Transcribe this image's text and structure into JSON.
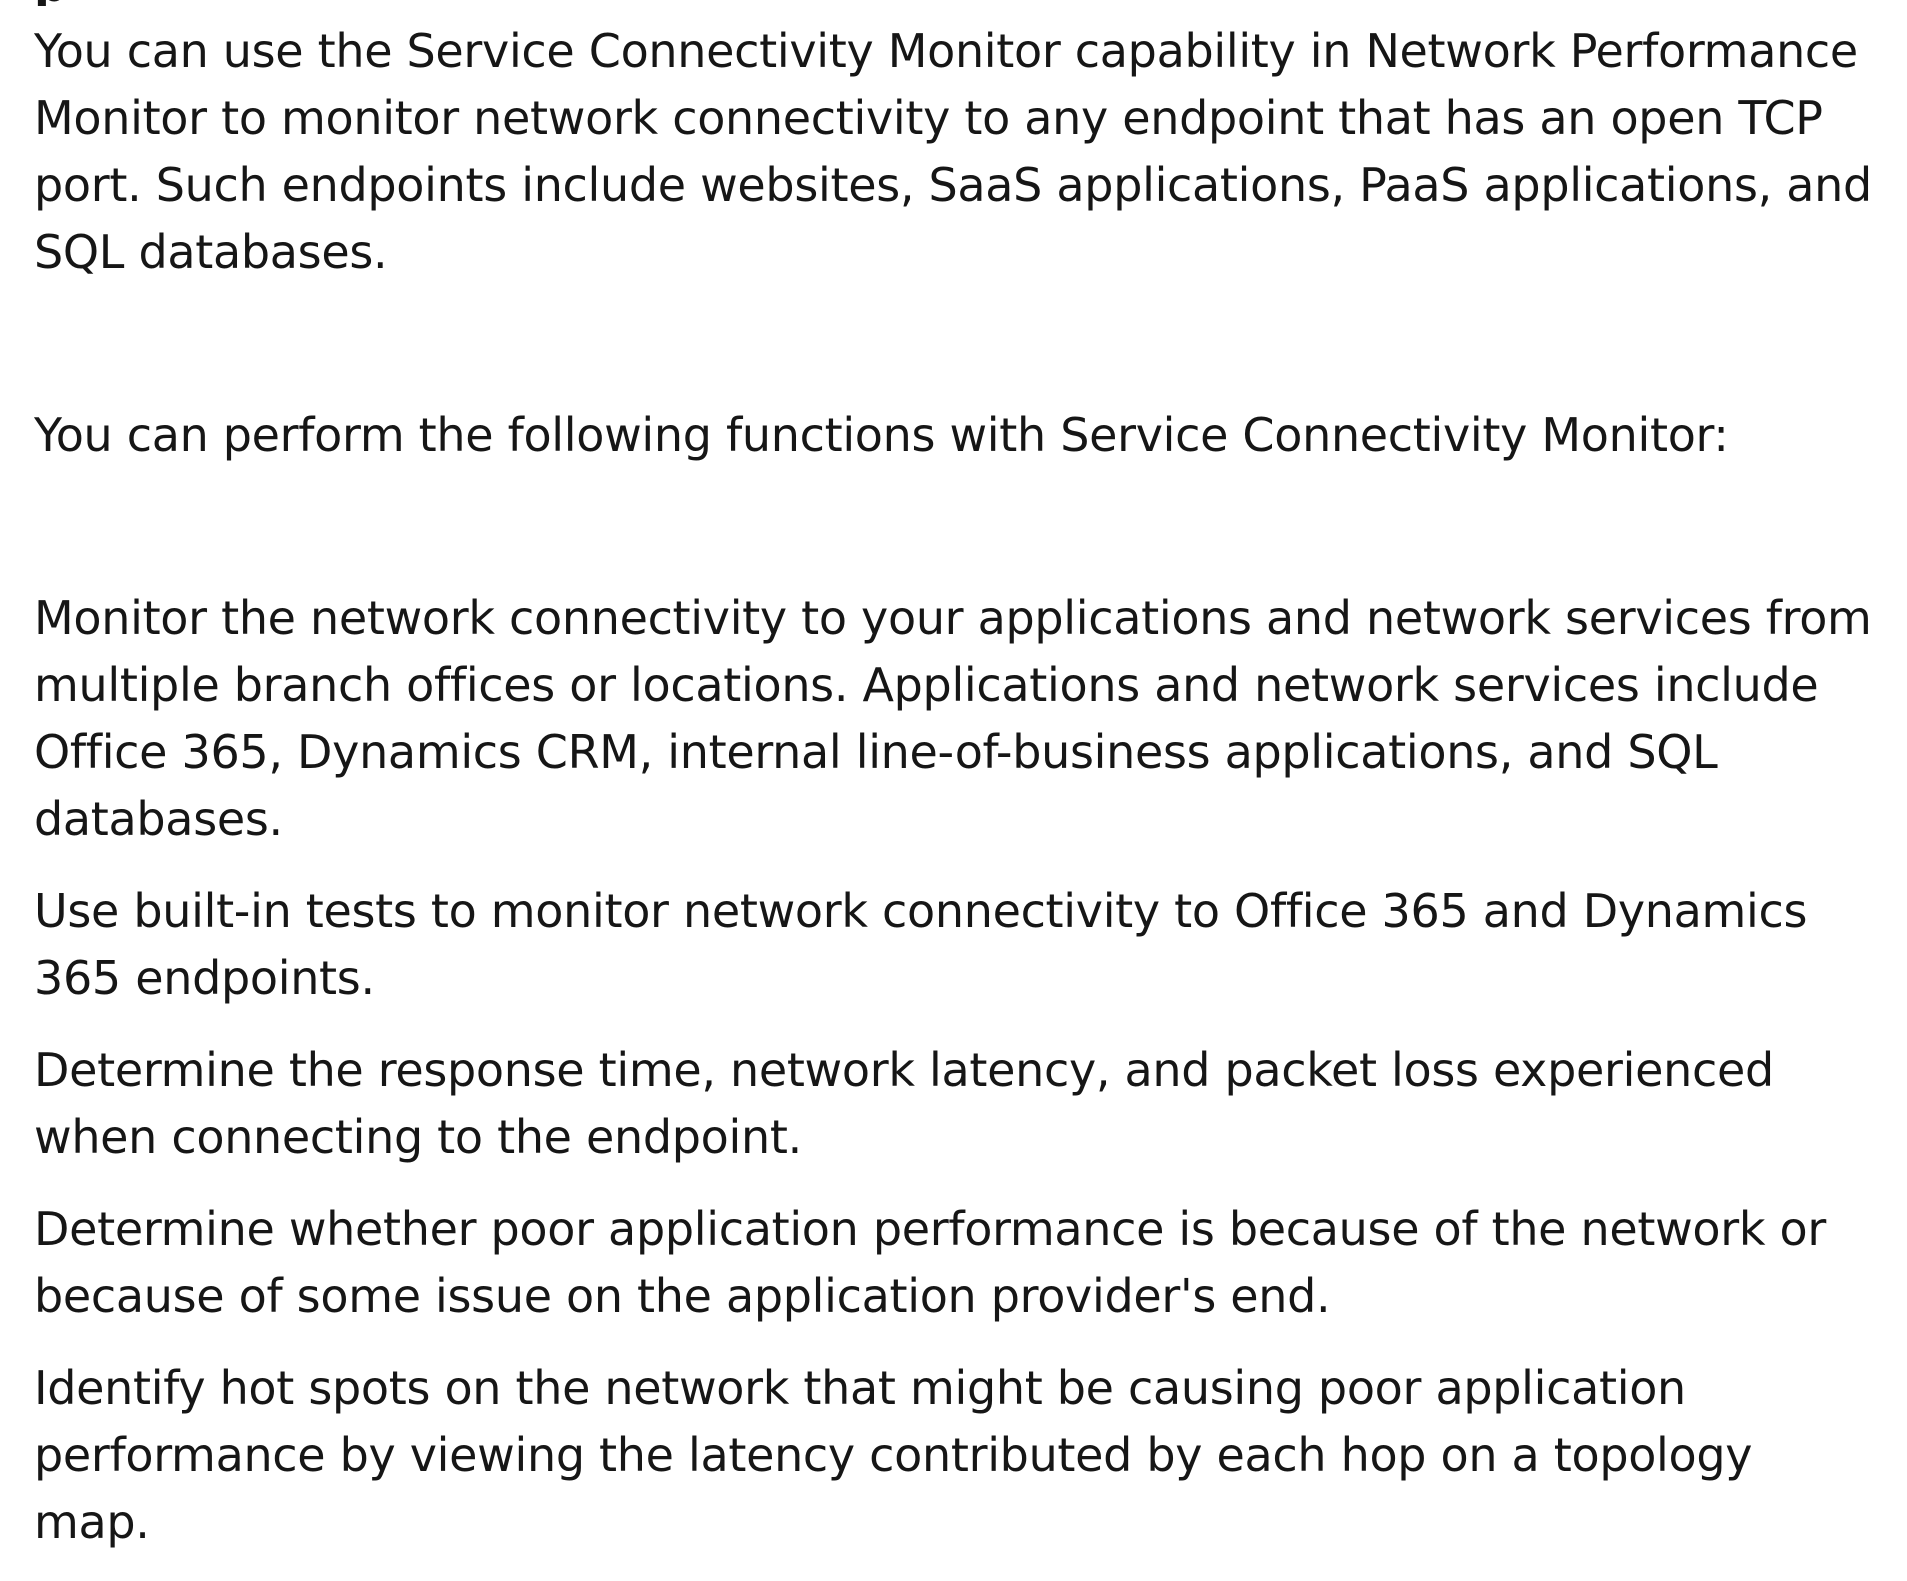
{
  "heading_fragment": "p",
  "intro": "You can use the Service Connectivity Monitor capability in Network Performance Monitor to monitor network connectivity to any endpoint that has an open TCP port. Such endpoints include websites, SaaS applications, PaaS applications, and SQL databases.",
  "lead": "You can perform the following functions with Service Connectivity Monitor:",
  "functions": [
    "Monitor the network connectivity to your applications and network services from multiple branch offices or locations. Applications and network services include Office 365, Dynamics CRM, internal line-of-business applications, and SQL databases.",
    "Use built-in tests to monitor network connectivity to Office 365 and Dynamics 365 endpoints.",
    "Determine the response time, network latency, and packet loss experienced when connecting to the endpoint.",
    "Determine whether poor application performance is because of the network or because of some issue on the application provider's end.",
    "Identify hot spots on the network that might be causing poor application performance by viewing the latency contributed by each hop on a topology map."
  ]
}
